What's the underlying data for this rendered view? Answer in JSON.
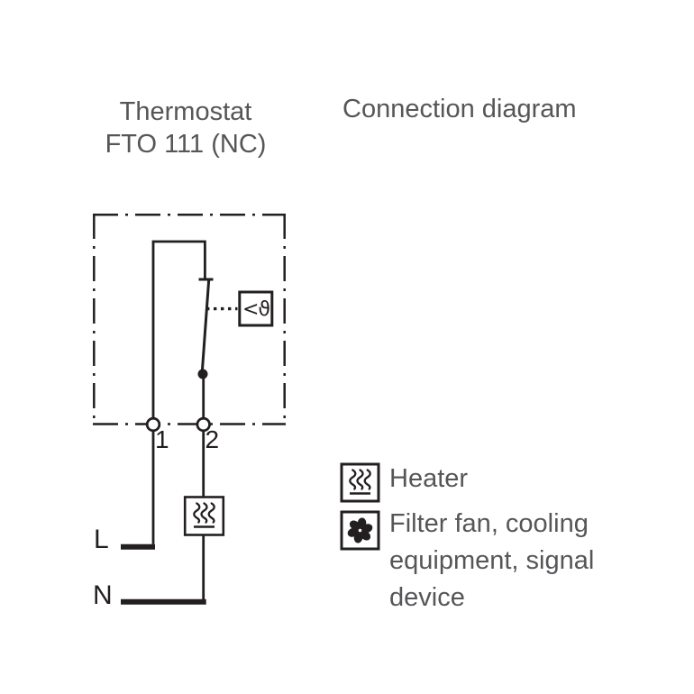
{
  "titles": {
    "left_line1": "Thermostat",
    "left_line2": "FTO 111 (NC)",
    "right": "Connection diagram"
  },
  "schematic": {
    "terminal_1": "1",
    "terminal_2": "2",
    "phase_label": "L",
    "neutral_label": "N",
    "thermostat_symbol": "<ϑ"
  },
  "legend": {
    "items": [
      {
        "icon": "heater-icon",
        "label": "Heater"
      },
      {
        "icon": "fan-icon",
        "label": "Filter fan, cooling equipment, signal device"
      }
    ]
  },
  "colors": {
    "line": "#231f20",
    "text": "#565659",
    "background": "#ffffff"
  }
}
